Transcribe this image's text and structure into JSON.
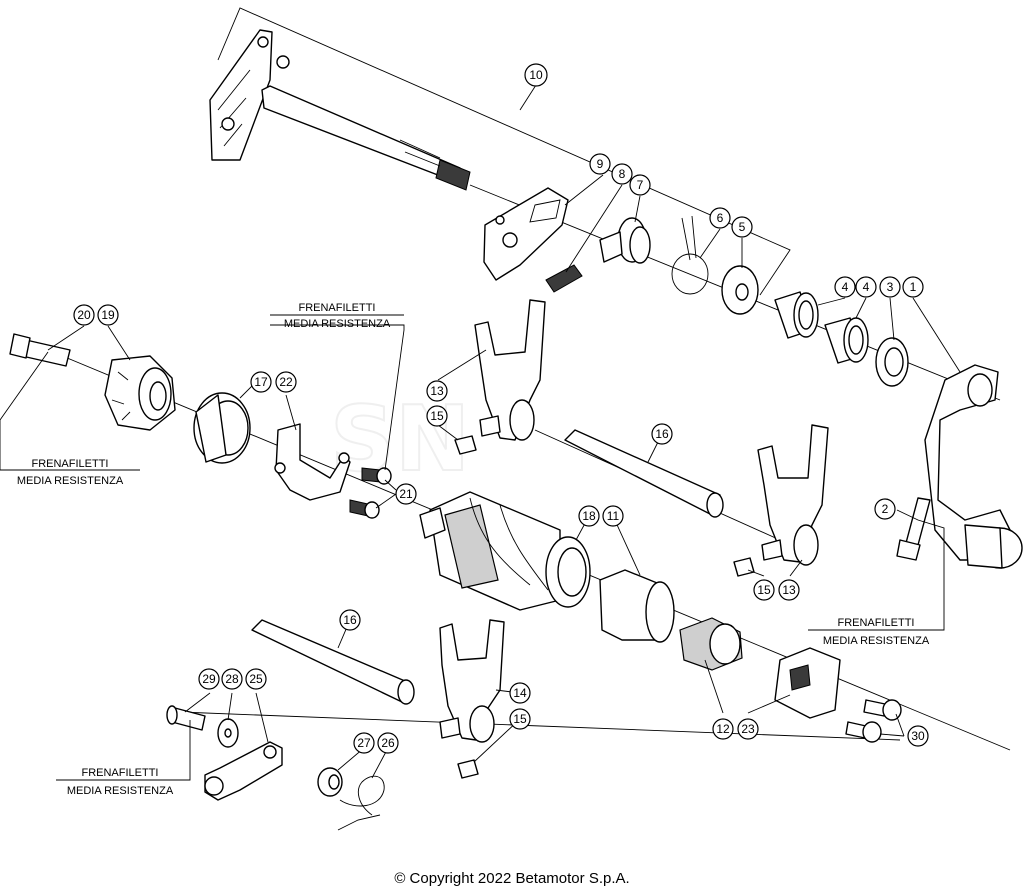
{
  "diagram": {
    "callouts": [
      {
        "id": "c1",
        "label": "1"
      },
      {
        "id": "c2",
        "label": "2"
      },
      {
        "id": "c3",
        "label": "3"
      },
      {
        "id": "c4a",
        "label": "4"
      },
      {
        "id": "c4b",
        "label": "4"
      },
      {
        "id": "c5",
        "label": "5"
      },
      {
        "id": "c6",
        "label": "6"
      },
      {
        "id": "c7",
        "label": "7"
      },
      {
        "id": "c8",
        "label": "8"
      },
      {
        "id": "c9",
        "label": "9"
      },
      {
        "id": "c10",
        "label": "10"
      },
      {
        "id": "c11",
        "label": "11"
      },
      {
        "id": "c12",
        "label": "12"
      },
      {
        "id": "c13a",
        "label": "13"
      },
      {
        "id": "c13b",
        "label": "13"
      },
      {
        "id": "c14",
        "label": "14"
      },
      {
        "id": "c15a",
        "label": "15"
      },
      {
        "id": "c15b",
        "label": "15"
      },
      {
        "id": "c15c",
        "label": "15"
      },
      {
        "id": "c16a",
        "label": "16"
      },
      {
        "id": "c16b",
        "label": "16"
      },
      {
        "id": "c17",
        "label": "17"
      },
      {
        "id": "c18",
        "label": "18"
      },
      {
        "id": "c19",
        "label": "19"
      },
      {
        "id": "c20",
        "label": "20"
      },
      {
        "id": "c21",
        "label": "21"
      },
      {
        "id": "c22",
        "label": "22"
      },
      {
        "id": "c23",
        "label": "23"
      },
      {
        "id": "c25",
        "label": "25"
      },
      {
        "id": "c26",
        "label": "26"
      },
      {
        "id": "c27",
        "label": "27"
      },
      {
        "id": "c28",
        "label": "28"
      },
      {
        "id": "c29",
        "label": "29"
      },
      {
        "id": "c30",
        "label": "30"
      }
    ],
    "notes": {
      "threadlocker_line1": "FRENAFILETTI",
      "threadlocker_line2": "MEDIA RESISTENZA"
    }
  },
  "footer": {
    "copyright": "© Copyright 2022 Betamotor S.p.A."
  }
}
